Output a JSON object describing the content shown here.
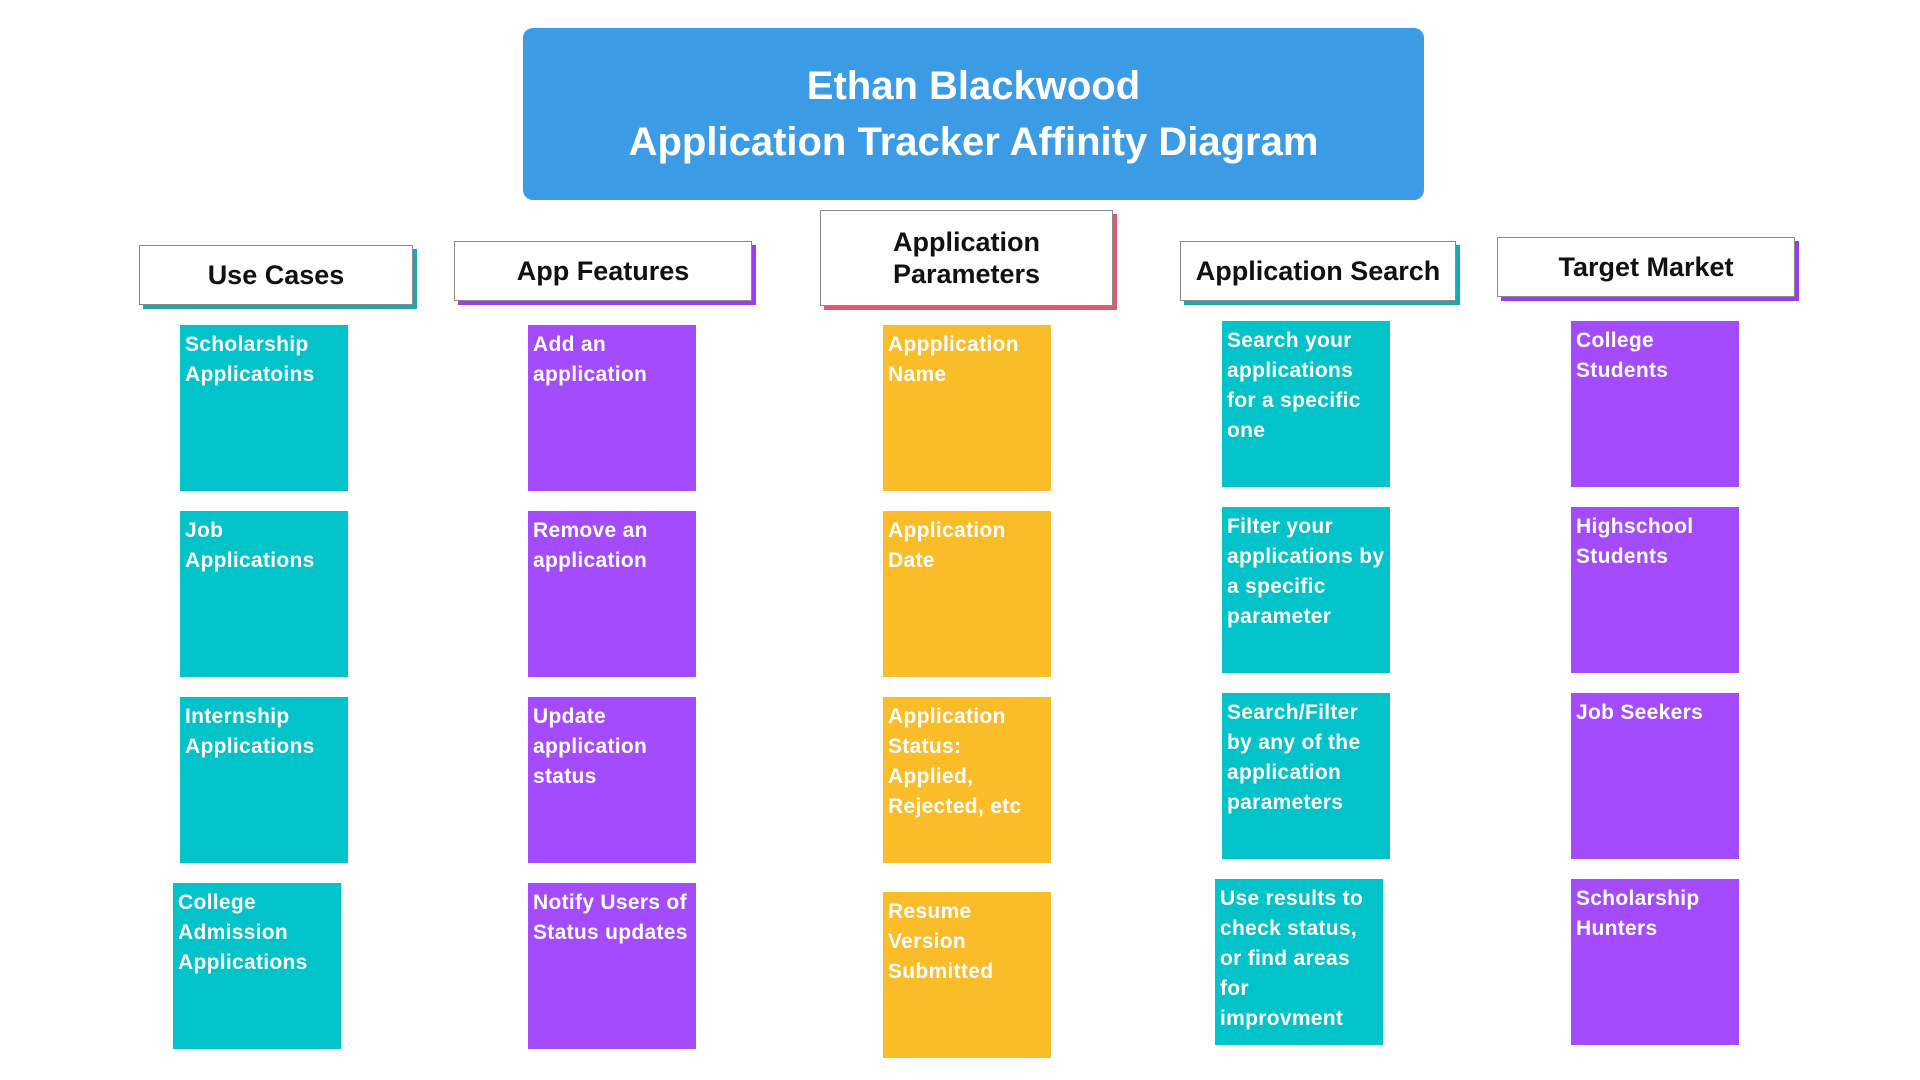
{
  "title": {
    "line1": "Ethan Blackwood",
    "line2": "Application Tracker Affinity Diagram"
  },
  "colors": {
    "title_bg": "#3b9be5",
    "teal": "#02c2ca",
    "purple": "#a44bfd",
    "orange": "#fbbc2a"
  },
  "columns": [
    {
      "header": "Use Cases",
      "color": "teal",
      "notes": [
        "Scholarship Applicatoins",
        "Job Applications",
        "Internship Applications",
        "College Admission Applications"
      ]
    },
    {
      "header": "App Features",
      "color": "purple",
      "notes": [
        "Add an application",
        "Remove an application",
        "Update application status",
        "Notify Users of Status updates"
      ]
    },
    {
      "header": "Application Parameters",
      "color": "orange",
      "notes": [
        "Appplication Name",
        "Application Date",
        "Application Status: Applied, Rejected, etc",
        "Resume Version Submitted"
      ]
    },
    {
      "header": "Application Search",
      "color": "teal",
      "notes": [
        "Search your applications for a specific one",
        "Filter your applications by a specific parameter",
        "Search/Filter by any of the application parameters",
        "Use results to check status, or find areas for improvment"
      ]
    },
    {
      "header": "Target Market",
      "color": "purple",
      "notes": [
        "College Students",
        "Highschool Students",
        "Job Seekers",
        "Scholarship Hunters"
      ]
    }
  ]
}
